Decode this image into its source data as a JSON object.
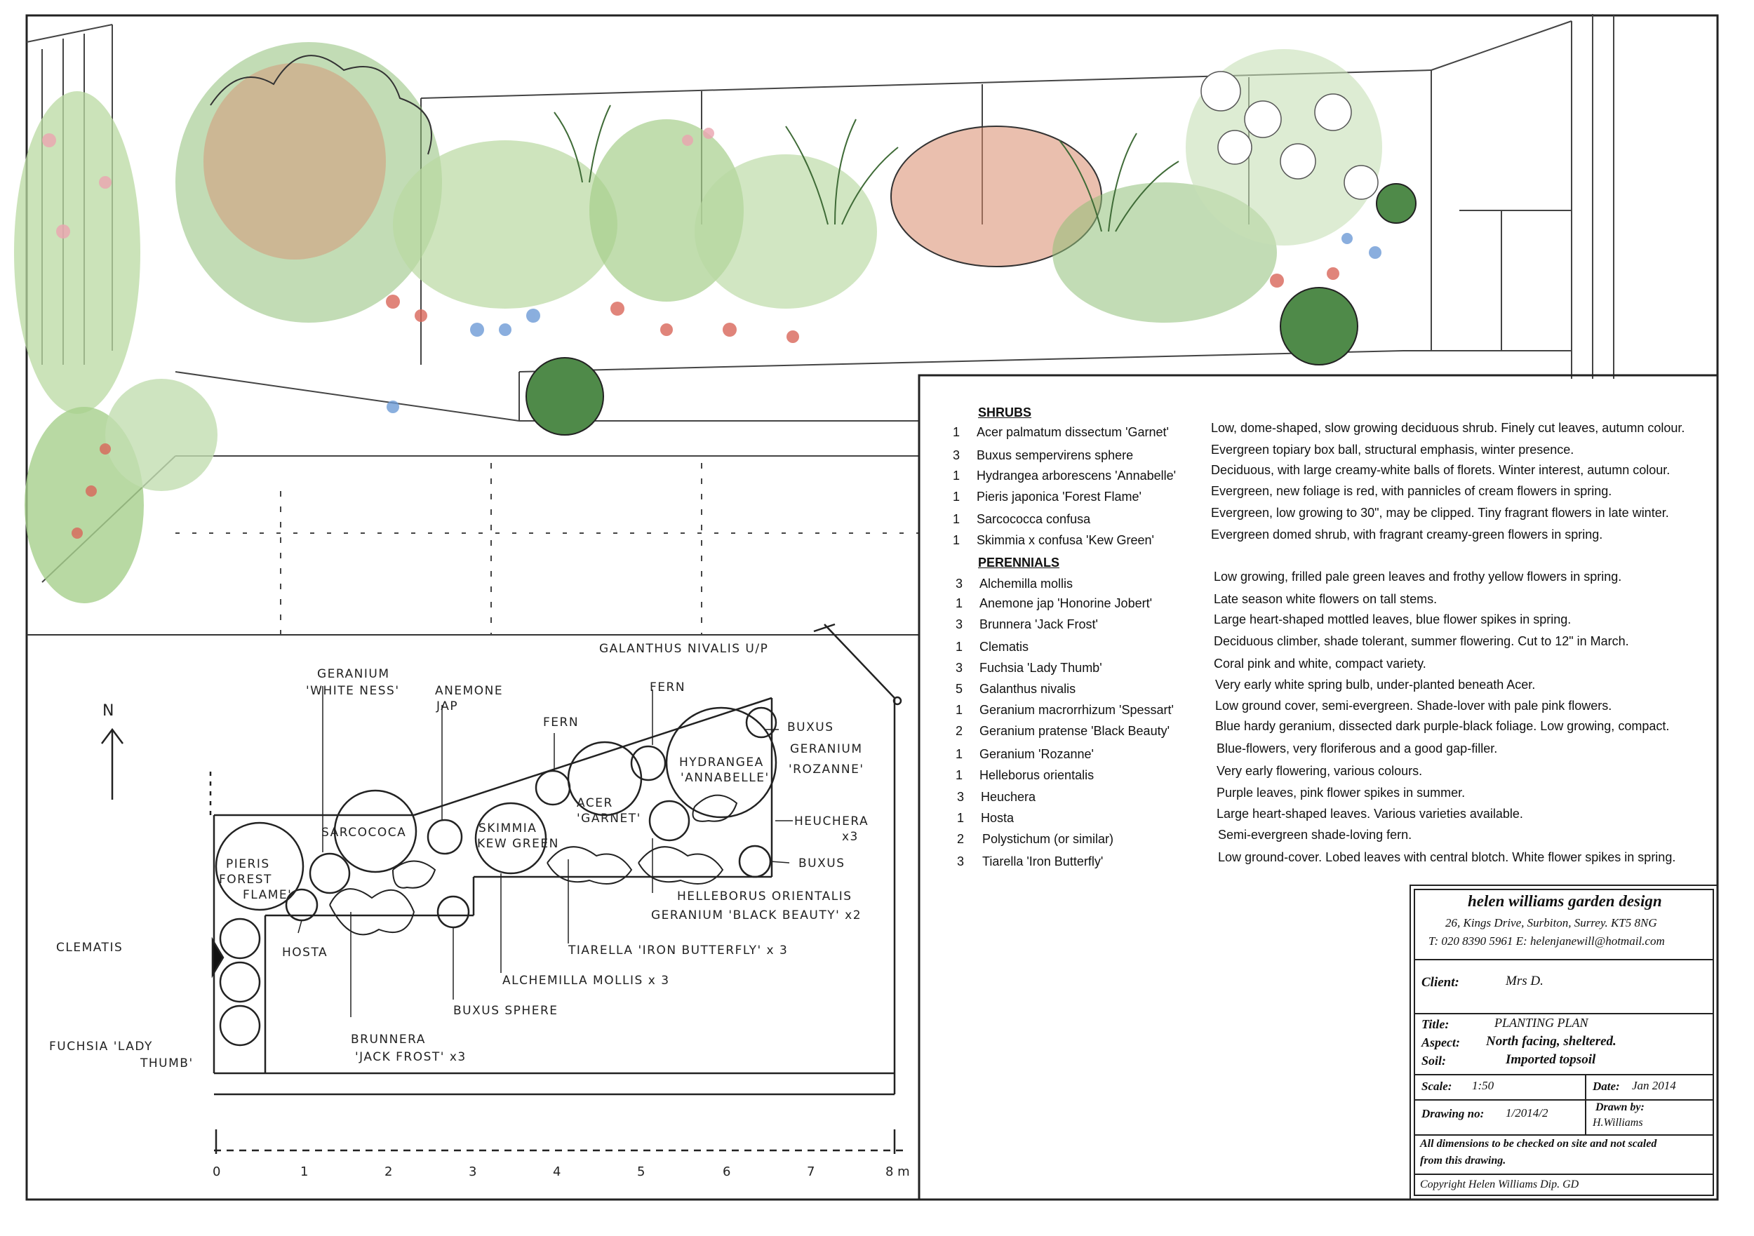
{
  "plan": {
    "north_label": "N",
    "scale_ticks": [
      "0",
      "1",
      "2",
      "3",
      "4",
      "5",
      "6",
      "7",
      "8 m"
    ],
    "labels": {
      "geranium_whiteness": [
        "GERANIUM",
        "'WHITE NESS'"
      ],
      "anemone": [
        "ANEMONE",
        "JAP"
      ],
      "galanthus": "GALANTHUS NIVALIS U/P",
      "fern1": "FERN",
      "fern2": "FERN",
      "buxus_top": "BUXUS",
      "geranium_rozanne": [
        "GERANIUM",
        "'ROZANNE'"
      ],
      "heuchera": [
        "HEUCHERA",
        "x3"
      ],
      "buxus_right": "BUXUS",
      "helleborus": "HELLEBORUS ORIENTALIS",
      "geranium_black_beauty": "GERANIUM 'BLACK BEAUTY' x2",
      "tiarella": "TIARELLA 'IRON BUTTERFLY' x 3",
      "alchemilla": "ALCHEMILLA MOLLIS x 3",
      "buxus_sphere": "BUXUS SPHERE",
      "brunnera": [
        "BRUNNERA",
        "'JACK FROST' x3"
      ],
      "clematis": "CLEMATIS",
      "fuchsia": [
        "FUCHSIA 'LADY",
        "THUMB'"
      ],
      "hosta": "HOSTA",
      "sarcococca": "SARCOCOCA",
      "pieris": [
        "PIERIS",
        "FOREST",
        "FLAME'"
      ],
      "skimmia": [
        "SKIMMIA",
        "KEW GREEN"
      ],
      "acer": [
        "ACER",
        "'GARNET'"
      ],
      "hydrangea": [
        "HYDRANGEA",
        "'ANNABELLE'"
      ]
    }
  },
  "legend": {
    "shrubs_heading": "SHRUBS",
    "shrubs": [
      {
        "qty": "1",
        "name": "Acer palmatum dissectum 'Garnet'",
        "desc": "Low, dome-shaped, slow growing deciduous shrub. Finely cut leaves, autumn colour."
      },
      {
        "qty": "3",
        "name": "Buxus sempervirens sphere",
        "desc": "Evergreen topiary box ball, structural emphasis, winter presence."
      },
      {
        "qty": "1",
        "name": "Hydrangea arborescens 'Annabelle'",
        "desc": "Deciduous, with large creamy-white balls of florets. Winter interest, autumn colour."
      },
      {
        "qty": "1",
        "name": "Pieris japonica 'Forest Flame'",
        "desc": "Evergreen, new foliage is red, with pannicles of cream flowers in spring."
      },
      {
        "qty": "1",
        "name": "Sarcococca confusa",
        "desc": "Evergreen, low growing to 30\", may be clipped. Tiny fragrant flowers in late winter."
      },
      {
        "qty": "1",
        "name": "Skimmia x confusa 'Kew Green'",
        "desc": "Evergreen domed shrub, with fragrant creamy-green flowers in spring."
      }
    ],
    "perennials_heading": "PERENNIALS",
    "perennials": [
      {
        "qty": "3",
        "name": "Alchemilla mollis",
        "desc": "Low growing, frilled pale green leaves and frothy yellow flowers in spring."
      },
      {
        "qty": "1",
        "name": "Anemone jap 'Honorine Jobert'",
        "desc": "Late season white flowers on tall stems."
      },
      {
        "qty": "3",
        "name": "Brunnera 'Jack Frost'",
        "desc": "Large heart-shaped mottled leaves, blue flower spikes in spring."
      },
      {
        "qty": "1",
        "name": "Clematis",
        "desc": "Deciduous climber, shade tolerant, summer flowering. Cut to 12\" in March."
      },
      {
        "qty": "3",
        "name": "Fuchsia 'Lady Thumb'",
        "desc": "Coral pink and white, compact variety."
      },
      {
        "qty": "5",
        "name": "Galanthus nivalis",
        "desc": "Very early white spring bulb, under-planted beneath Acer."
      },
      {
        "qty": "1",
        "name": "Geranium macrorrhizum 'Spessart'",
        "desc": "Low ground cover, semi-evergreen. Shade-lover with pale pink flowers."
      },
      {
        "qty": "2",
        "name": "Geranium pratense 'Black Beauty'",
        "desc": "Blue hardy geranium, dissected dark purple-black foliage. Low growing, compact."
      },
      {
        "qty": "1",
        "name": "Geranium 'Rozanne'",
        "desc": "Blue-flowers, very floriferous and a good gap-filler."
      },
      {
        "qty": "1",
        "name": "Helleborus orientalis",
        "desc": "Very early flowering, various colours."
      },
      {
        "qty": "3",
        "name": "Heuchera",
        "desc": "Purple leaves, pink flower spikes in summer."
      },
      {
        "qty": "1",
        "name": "Hosta",
        "desc": "Large heart-shaped leaves. Various varieties available."
      },
      {
        "qty": "2",
        "name": "Polystichum (or similar)",
        "desc": "Semi-evergreen shade-loving fern."
      },
      {
        "qty": "3",
        "name": "Tiarella 'Iron Butterfly'",
        "desc": "Low ground-cover. Lobed leaves with central blotch. White flower spikes in spring."
      }
    ]
  },
  "title_block": {
    "company": "helen williams garden design",
    "address": "26, Kings Drive, Surbiton, Surrey. KT5 8NG",
    "contact": "T: 020 8390 5961  E: helenjanewill@hotmail.com",
    "client_label": "Client:",
    "client_value": "Mrs D.",
    "title_label": "Title:",
    "title_value": "PLANTING  PLAN",
    "aspect_label": "Aspect:",
    "aspect_value": "North facing, sheltered.",
    "soil_label": "Soil:",
    "soil_value": "Imported topsoil",
    "scale_label": "Scale:",
    "scale_value": "1:50",
    "date_label": "Date:",
    "date_value": "Jan 2014",
    "drawing_no_label": "Drawing no:",
    "drawing_no_value": "1/2014/2",
    "drawn_by_label": "Drawn by:",
    "drawn_by_value": "H.Williams",
    "note": [
      "All dimensions to be checked on site and not scaled",
      "from this drawing."
    ],
    "copyright": "Copyright Helen Williams Dip. GD"
  },
  "colors": {
    "ink": "#222222",
    "foliage_light": "#b9d9a1",
    "foliage_mid": "#8fbf78",
    "foliage_dark": "#4f8a49",
    "flower_red": "#d9665a",
    "flower_pink": "#eba4b0",
    "flower_blue": "#6d9bd6",
    "autumn": "#d98a6c"
  }
}
